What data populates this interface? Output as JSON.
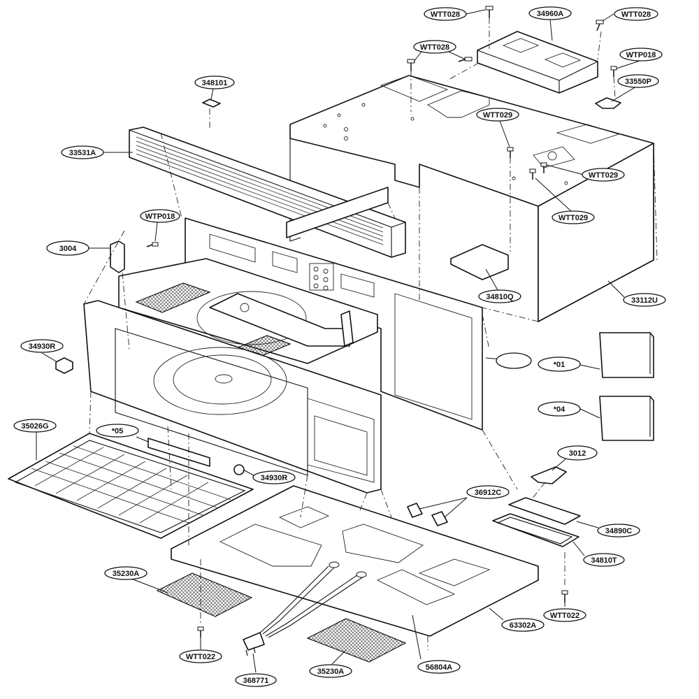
{
  "diagram": {
    "labels": {
      "wtt028_top": "WTT028",
      "p34960a": "34960A",
      "wtt028_right": "WTT028",
      "wtt028_mid": "WTT028",
      "wtp018_top": "WTP018",
      "p348101": "348101",
      "p33550p": "33550P",
      "wtt029_a": "WTT029",
      "p33531a": "33531A",
      "wtt029_b": "WTT029",
      "wtp018_left": "WTP018",
      "wtt029_c": "WTT029",
      "p3004": "3004",
      "p34810q": "34810Q",
      "p33112u": "33112U",
      "p34930r_a": "34930R",
      "blank": "",
      "s01": "*01",
      "s04": "*04",
      "p35026g": "35026G",
      "s05": "*05",
      "p34930r_b": "34930R",
      "p3012": "3012",
      "p36912c": "36912C",
      "p34890c": "34890C",
      "p34810t": "34810T",
      "p35230a_a": "35230A",
      "wtt022_right": "WTT022",
      "p63302a": "63302A",
      "wtt022_left": "WTT022",
      "p56804a": "56804A",
      "p368771": "368771",
      "p35230a_b": "35230A"
    }
  }
}
